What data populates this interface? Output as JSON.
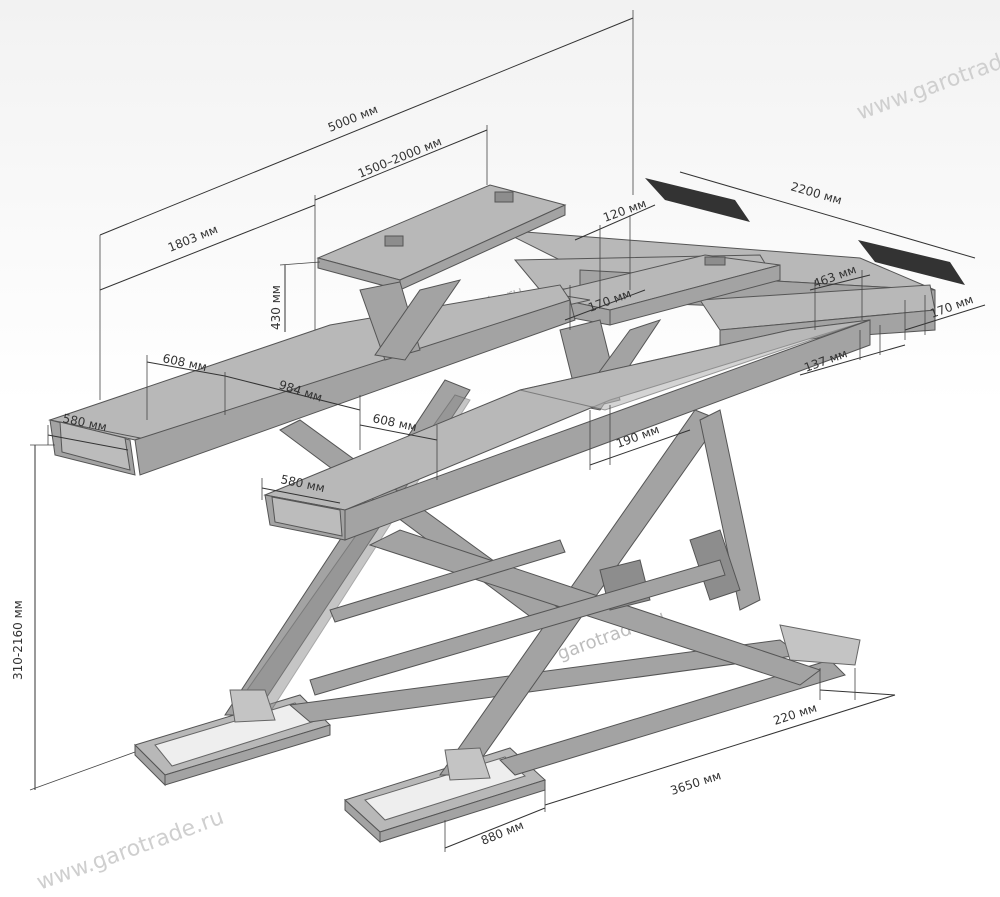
{
  "watermarks": {
    "top": "www.garotrade.ru",
    "bottom": "www.garotrade.ru",
    "center1": "garotrade.ru",
    "center2": "garotrade.ru"
  },
  "dimensions": {
    "total_length": "5000 мм",
    "platform_extension": "1500–2000 мм",
    "width": "2200 мм",
    "front_length": "1803 мм",
    "aux_height": "430 мм",
    "d120": "120 мм",
    "d463": "463 мм",
    "d170_mid": "170 мм",
    "d170_right": "170 мм",
    "d137": "137 мм",
    "d608_left": "608 мм",
    "d984": "984 мм",
    "d608_mid": "608 мм",
    "d190": "190 мм",
    "d580_left": "580 мм",
    "d580_mid": "580 мм",
    "height_range": "310-2160 мм",
    "d220": "220 мм",
    "d3650": "3650 мм",
    "d880": "880 мм"
  }
}
